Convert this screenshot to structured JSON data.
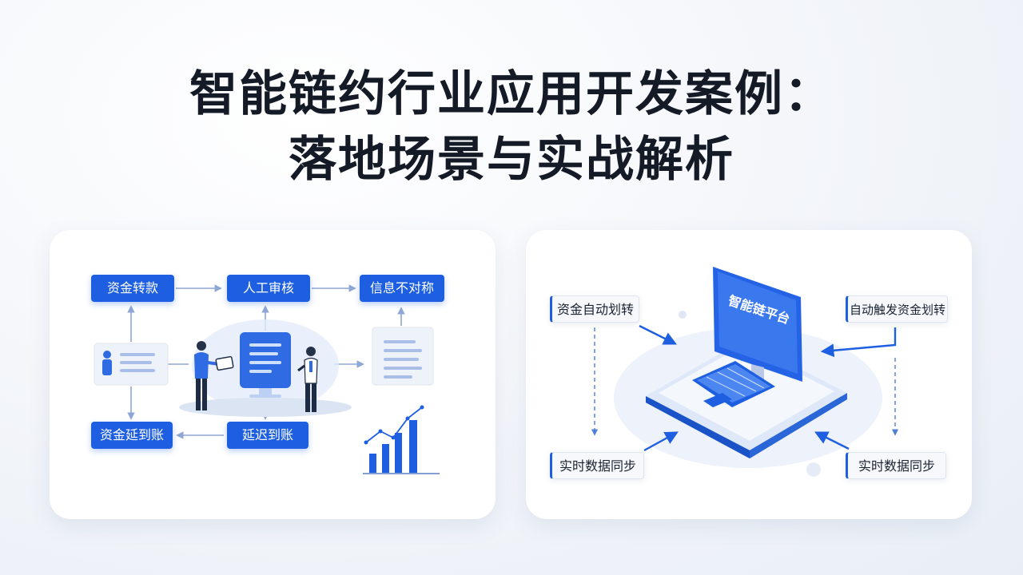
{
  "title": {
    "line1": "智能链约行业应用开发案例：",
    "line2": "落地场景与实战解析"
  },
  "left_diagram": {
    "nodes": {
      "top_left": "资金转款",
      "top_center": "人工审核",
      "top_right": "信息不对称",
      "bottom_left": "资金延到账",
      "bottom_center": "延迟到账"
    }
  },
  "right_diagram": {
    "screen_label": "智能链平台",
    "nodes": {
      "top_left": "资金自动划转",
      "top_right": "自动触发资金划转",
      "bottom_left": "实时数据同步",
      "bottom_right": "实时数据同步"
    }
  },
  "colors": {
    "accent": "#1d5fe0",
    "light_accent": "#e6eefc",
    "title": "#151b26"
  }
}
